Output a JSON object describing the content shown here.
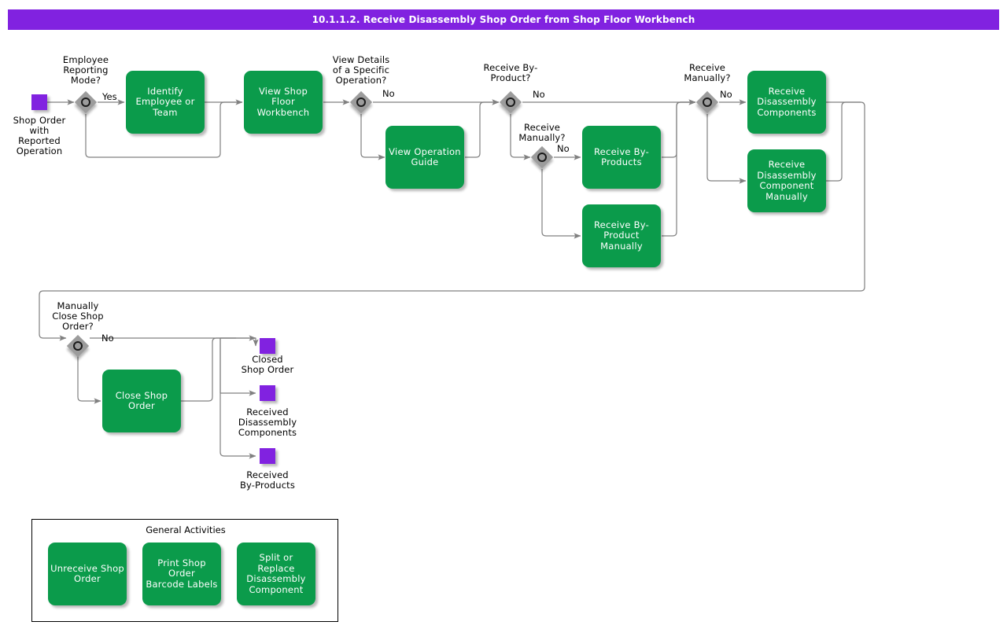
{
  "header": {
    "title": "10.1.1.2. Receive Disassembly Shop Order from Shop Floor Workbench",
    "background_color": "#8122e0",
    "text_color": "#ffffff"
  },
  "colors": {
    "task_green": "#0b9b4b",
    "event_purple": "#8122e0",
    "gateway_gray": "#9c9c9c",
    "connector_gray": "#808080",
    "text_black": "#000000"
  },
  "diagram": {
    "type": "bpmn-flowchart",
    "start_events": [
      {
        "id": "start-shop-order",
        "label": "Shop Order\nwith\nReported\nOperation"
      }
    ],
    "end_events": [
      {
        "id": "end-closed-shop-order",
        "label": "Closed\nShop Order"
      },
      {
        "id": "end-received-disassembly-components",
        "label": "Received\nDisassembly\nComponents"
      },
      {
        "id": "end-received-by-products",
        "label": "Received\nBy-Products"
      }
    ],
    "gateways": [
      {
        "id": "gw-employee-reporting-mode",
        "label": "Employee\nReporting\nMode?",
        "branch_label": "Yes"
      },
      {
        "id": "gw-view-details-operation",
        "label": "View Details\nof a Specific\nOperation?",
        "branch_label": "No"
      },
      {
        "id": "gw-receive-by-product",
        "label": "Receive By-\nProduct?",
        "branch_label": "No"
      },
      {
        "id": "gw-receive-manually-byproduct",
        "label": "Receive\nManually?",
        "branch_label": "No"
      },
      {
        "id": "gw-receive-manually-components",
        "label": "Receive\nManually?",
        "branch_label": "No"
      },
      {
        "id": "gw-manually-close-shop-order",
        "label": "Manually\nClose Shop\nOrder?",
        "branch_label": "No"
      }
    ],
    "tasks": [
      {
        "id": "task-identify-employee-or-team",
        "label": "Identify\nEmployee or\nTeam"
      },
      {
        "id": "task-view-shop-floor-workbench",
        "label": "View Shop Floor\nWorkbench"
      },
      {
        "id": "task-view-operation-guide",
        "label": "View Operation\nGuide"
      },
      {
        "id": "task-receive-by-products",
        "label": "Receive By-\nProducts"
      },
      {
        "id": "task-receive-by-product-manually",
        "label": "Receive By-\nProduct\nManually"
      },
      {
        "id": "task-receive-disassembly-components",
        "label": "Receive\nDisassembly\nComponents"
      },
      {
        "id": "task-receive-disassembly-component-manually",
        "label": "Receive\nDisassembly\nComponent\nManually"
      },
      {
        "id": "task-close-shop-order",
        "label": "Close Shop\nOrder"
      }
    ],
    "general_activities": {
      "title": "General Activities",
      "tasks": [
        {
          "id": "task-unreceive-shop-order",
          "label": "Unreceive Shop\nOrder"
        },
        {
          "id": "task-print-shop-order-barcode-labels",
          "label": "Print Shop Order\nBarcode Labels"
        },
        {
          "id": "task-split-or-replace-disassembly-component",
          "label": "Split or Replace\nDisassembly\nComponent"
        }
      ]
    }
  }
}
